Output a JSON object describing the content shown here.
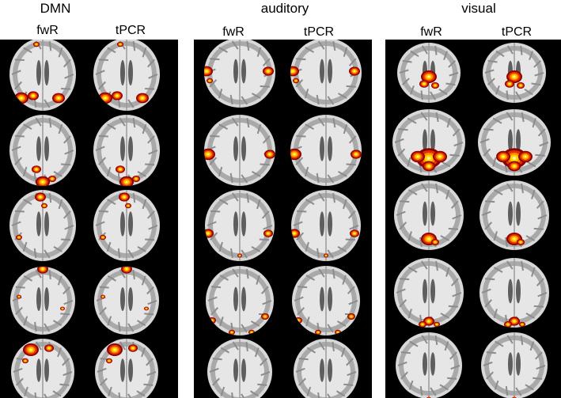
{
  "figure": {
    "groups": [
      {
        "title": "DMN",
        "columns": [
          "fwR",
          "tPCR"
        ]
      },
      {
        "title": "auditory",
        "columns": [
          "fwR",
          "tPCR"
        ]
      },
      {
        "title": "visual",
        "columns": [
          "fwR",
          "tPCR"
        ]
      }
    ],
    "activation_colors": [
      "#8b0000",
      "#e03000",
      "#ff8c00",
      "#ffd700",
      "#fff3a0"
    ]
  }
}
